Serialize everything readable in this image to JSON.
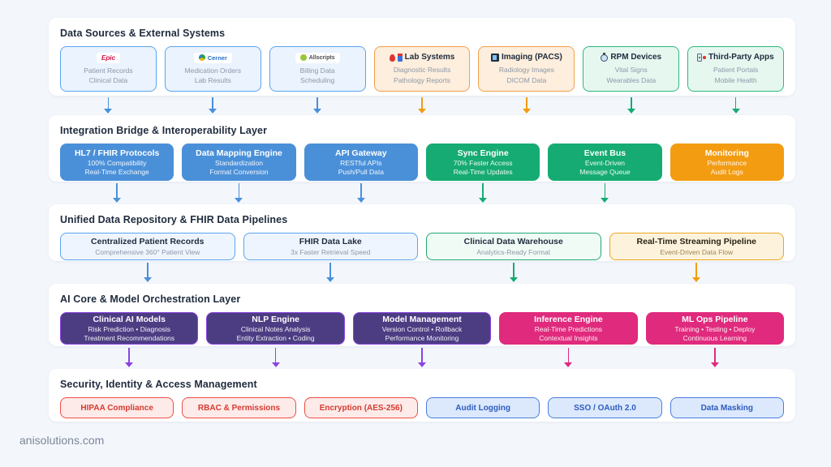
{
  "footer": {
    "url": "anisolutions.com"
  },
  "colors": {
    "page_bg": "#f3f7fc",
    "blue": "#4a90d9",
    "green": "#16ab72",
    "orange": "#f39c12",
    "purple": "#4c3d83",
    "pink": "#e02a7d",
    "red": "#ef4d44"
  },
  "layers": [
    {
      "title": "Data Sources & External Systems",
      "nodes": [
        {
          "badge": "Epic",
          "title": "",
          "sub1": "Patient Records",
          "sub2": "Clinical Data",
          "icon": "epic-logo"
        },
        {
          "badge": "Cerner",
          "title": "",
          "sub1": "Medication Orders",
          "sub2": "Lab Results",
          "icon": "cerner-logo"
        },
        {
          "badge": "Allscripts",
          "title": "",
          "sub1": "Billing Data",
          "sub2": "Scheduling",
          "icon": "allscripts-logo"
        },
        {
          "badge": "",
          "title": "Lab Systems",
          "sub1": "Diagnostic Results",
          "sub2": "Pathology Reports",
          "icon": "blood-test-icon"
        },
        {
          "badge": "",
          "title": "Imaging (PACS)",
          "sub1": "Radiology Images",
          "sub2": "DICOM Data",
          "icon": "xray-icon"
        },
        {
          "badge": "",
          "title": "RPM Devices",
          "sub1": "Vital Signs",
          "sub2": "Wearables Data",
          "icon": "smartwatch-icon"
        },
        {
          "badge": "",
          "title": "Third-Party Apps",
          "sub1": "Patient Portals",
          "sub2": "Mobile Health",
          "icon": "mobile-phone-icon"
        }
      ]
    },
    {
      "title": "Integration Bridge & Interoperability Layer",
      "nodes": [
        {
          "title": "HL7 / FHIR Protocols",
          "sub1": "100% Compatibility",
          "sub2": "Real-Time Exchange"
        },
        {
          "title": "Data Mapping Engine",
          "sub1": "Standardization",
          "sub2": "Format Conversion"
        },
        {
          "title": "API Gateway",
          "sub1": "RESTful APIs",
          "sub2": "Push/Pull Data"
        },
        {
          "title": "Sync Engine",
          "sub1": "70% Faster Access",
          "sub2": "Real-Time Updates"
        },
        {
          "title": "Event Bus",
          "sub1": "Event-Driven",
          "sub2": "Message Queue"
        },
        {
          "title": "Monitoring",
          "sub1": "Performance",
          "sub2": "Audit Logs"
        }
      ]
    },
    {
      "title": "Unified Data Repository & FHIR Data Pipelines",
      "nodes": [
        {
          "title": "Centralized Patient Records",
          "sub1": "Comprehensive 360° Patient View"
        },
        {
          "title": "FHIR Data Lake",
          "sub1": "3x Faster Retrieval Speed"
        },
        {
          "title": "Clinical Data Warehouse",
          "sub1": "Analytics-Ready Format"
        },
        {
          "title": "Real-Time Streaming Pipeline",
          "sub1": "Event-Driven Data Flow"
        }
      ]
    },
    {
      "title": "AI Core & Model Orchestration Layer",
      "nodes": [
        {
          "title": "Clinical AI Models",
          "sub1": "Risk Prediction • Diagnosis",
          "sub2": "Treatment Recommendations"
        },
        {
          "title": "NLP Engine",
          "sub1": "Clinical Notes Analysis",
          "sub2": "Entity Extraction • Coding"
        },
        {
          "title": "Model Management",
          "sub1": "Version Control • Rollback",
          "sub2": "Performance Monitoring"
        },
        {
          "title": "Inference Engine",
          "sub1": "Real-Time Predictions",
          "sub2": "Contextual Insights"
        },
        {
          "title": "ML Ops Pipeline",
          "sub1": "Training • Testing • Deploy",
          "sub2": "Continuous Learning"
        }
      ]
    },
    {
      "title": "Security, Identity & Access Management",
      "nodes": [
        {
          "title": "HIPAA Compliance"
        },
        {
          "title": "RBAC & Permissions"
        },
        {
          "title": "Encryption (AES-256)"
        },
        {
          "title": "Audit Logging"
        },
        {
          "title": "SSO / OAuth 2.0"
        },
        {
          "title": "Data Masking"
        }
      ]
    }
  ]
}
